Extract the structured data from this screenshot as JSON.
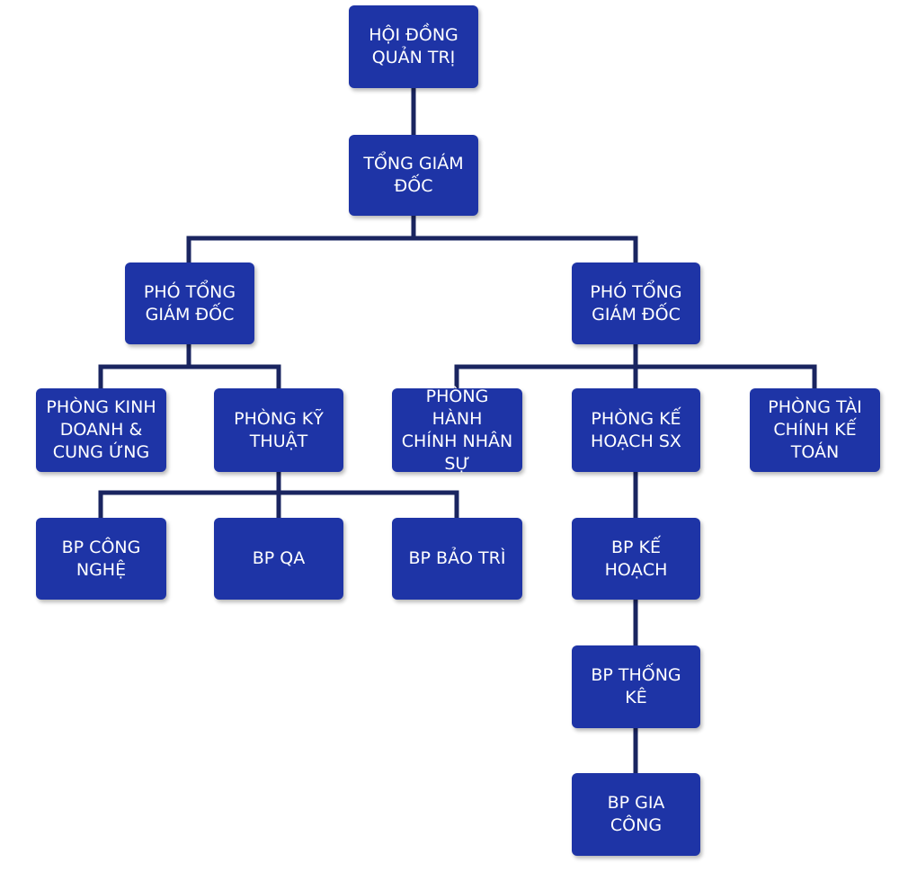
{
  "colors": {
    "box_fill": "#1e34a6",
    "box_text": "#ffffff",
    "connector": "#1a2560",
    "background": "#ffffff"
  },
  "nodes": {
    "board": "HỘI ĐỒNG\nQUẢN TRỊ",
    "ceo": "TỔNG GIÁM\nĐỐC",
    "deputy_left": "PHÓ TỔNG\nGIÁM ĐỐC",
    "deputy_right": "PHÓ TỔNG\nGIÁM ĐỐC",
    "sales_supply": "PHÒNG KINH\nDOANH &\nCUNG ỨNG",
    "technical": "PHÒNG KỸ\nTHUẬT",
    "hr_admin": "PHÒNG HÀNH\nCHÍNH NHÂN\nSỰ",
    "production_planning": "PHÒNG KẾ\nHOẠCH SX",
    "finance_accounting": "PHÒNG TÀI\nCHÍNH KẾ\nTOÁN",
    "bp_technology": "BP CÔNG\nNGHỆ",
    "bp_qa": "BP QA",
    "bp_maintenance": "BP BẢO TRÌ",
    "bp_planning": "BP KẾ HOẠCH",
    "bp_statistics": "BP THỐNG KÊ",
    "bp_processing": "BP GIA CÔNG"
  }
}
